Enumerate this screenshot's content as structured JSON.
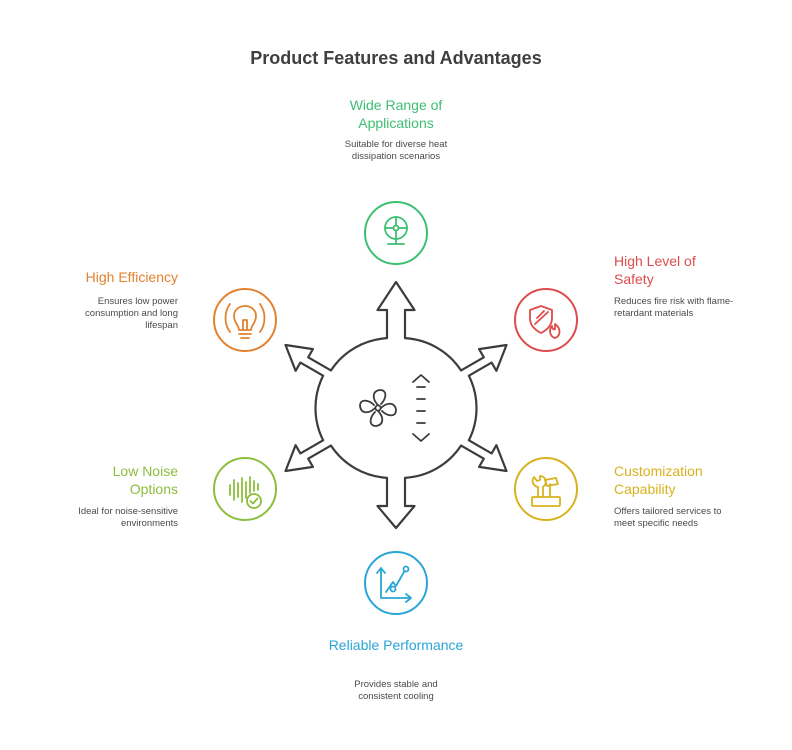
{
  "title": "Product Features and Advantages",
  "colors": {
    "outline": "#3c3c3c",
    "green": "#3dbf72",
    "red": "#de4b4b",
    "orange": "#e2822f",
    "yellow": "#d8b21e",
    "lime": "#8cbe3c",
    "blue": "#2aa6d6"
  },
  "features": {
    "applications": {
      "label": "Wide Range of Applications",
      "desc": "Suitable for diverse heat dissipation scenarios",
      "icon": "fan-icon"
    },
    "safety": {
      "label": "High Level of Safety",
      "desc": "Reduces fire risk with flame-retardant materials",
      "icon": "shield-fire-icon"
    },
    "efficiency": {
      "label": "High Efficiency",
      "desc": "Ensures low power consumption and long lifespan",
      "icon": "lightbulb-icon"
    },
    "noise": {
      "label": "Low Noise Options",
      "desc": "Ideal for noise-sensitive environments",
      "icon": "soundwave-check-icon"
    },
    "customization": {
      "label": "Customization Capability",
      "desc": "Offers tailored services to meet specific needs",
      "icon": "tools-icon"
    },
    "performance": {
      "label": "Reliable Performance",
      "desc": "Provides stable and consistent cooling",
      "icon": "line-chart-icon"
    }
  }
}
